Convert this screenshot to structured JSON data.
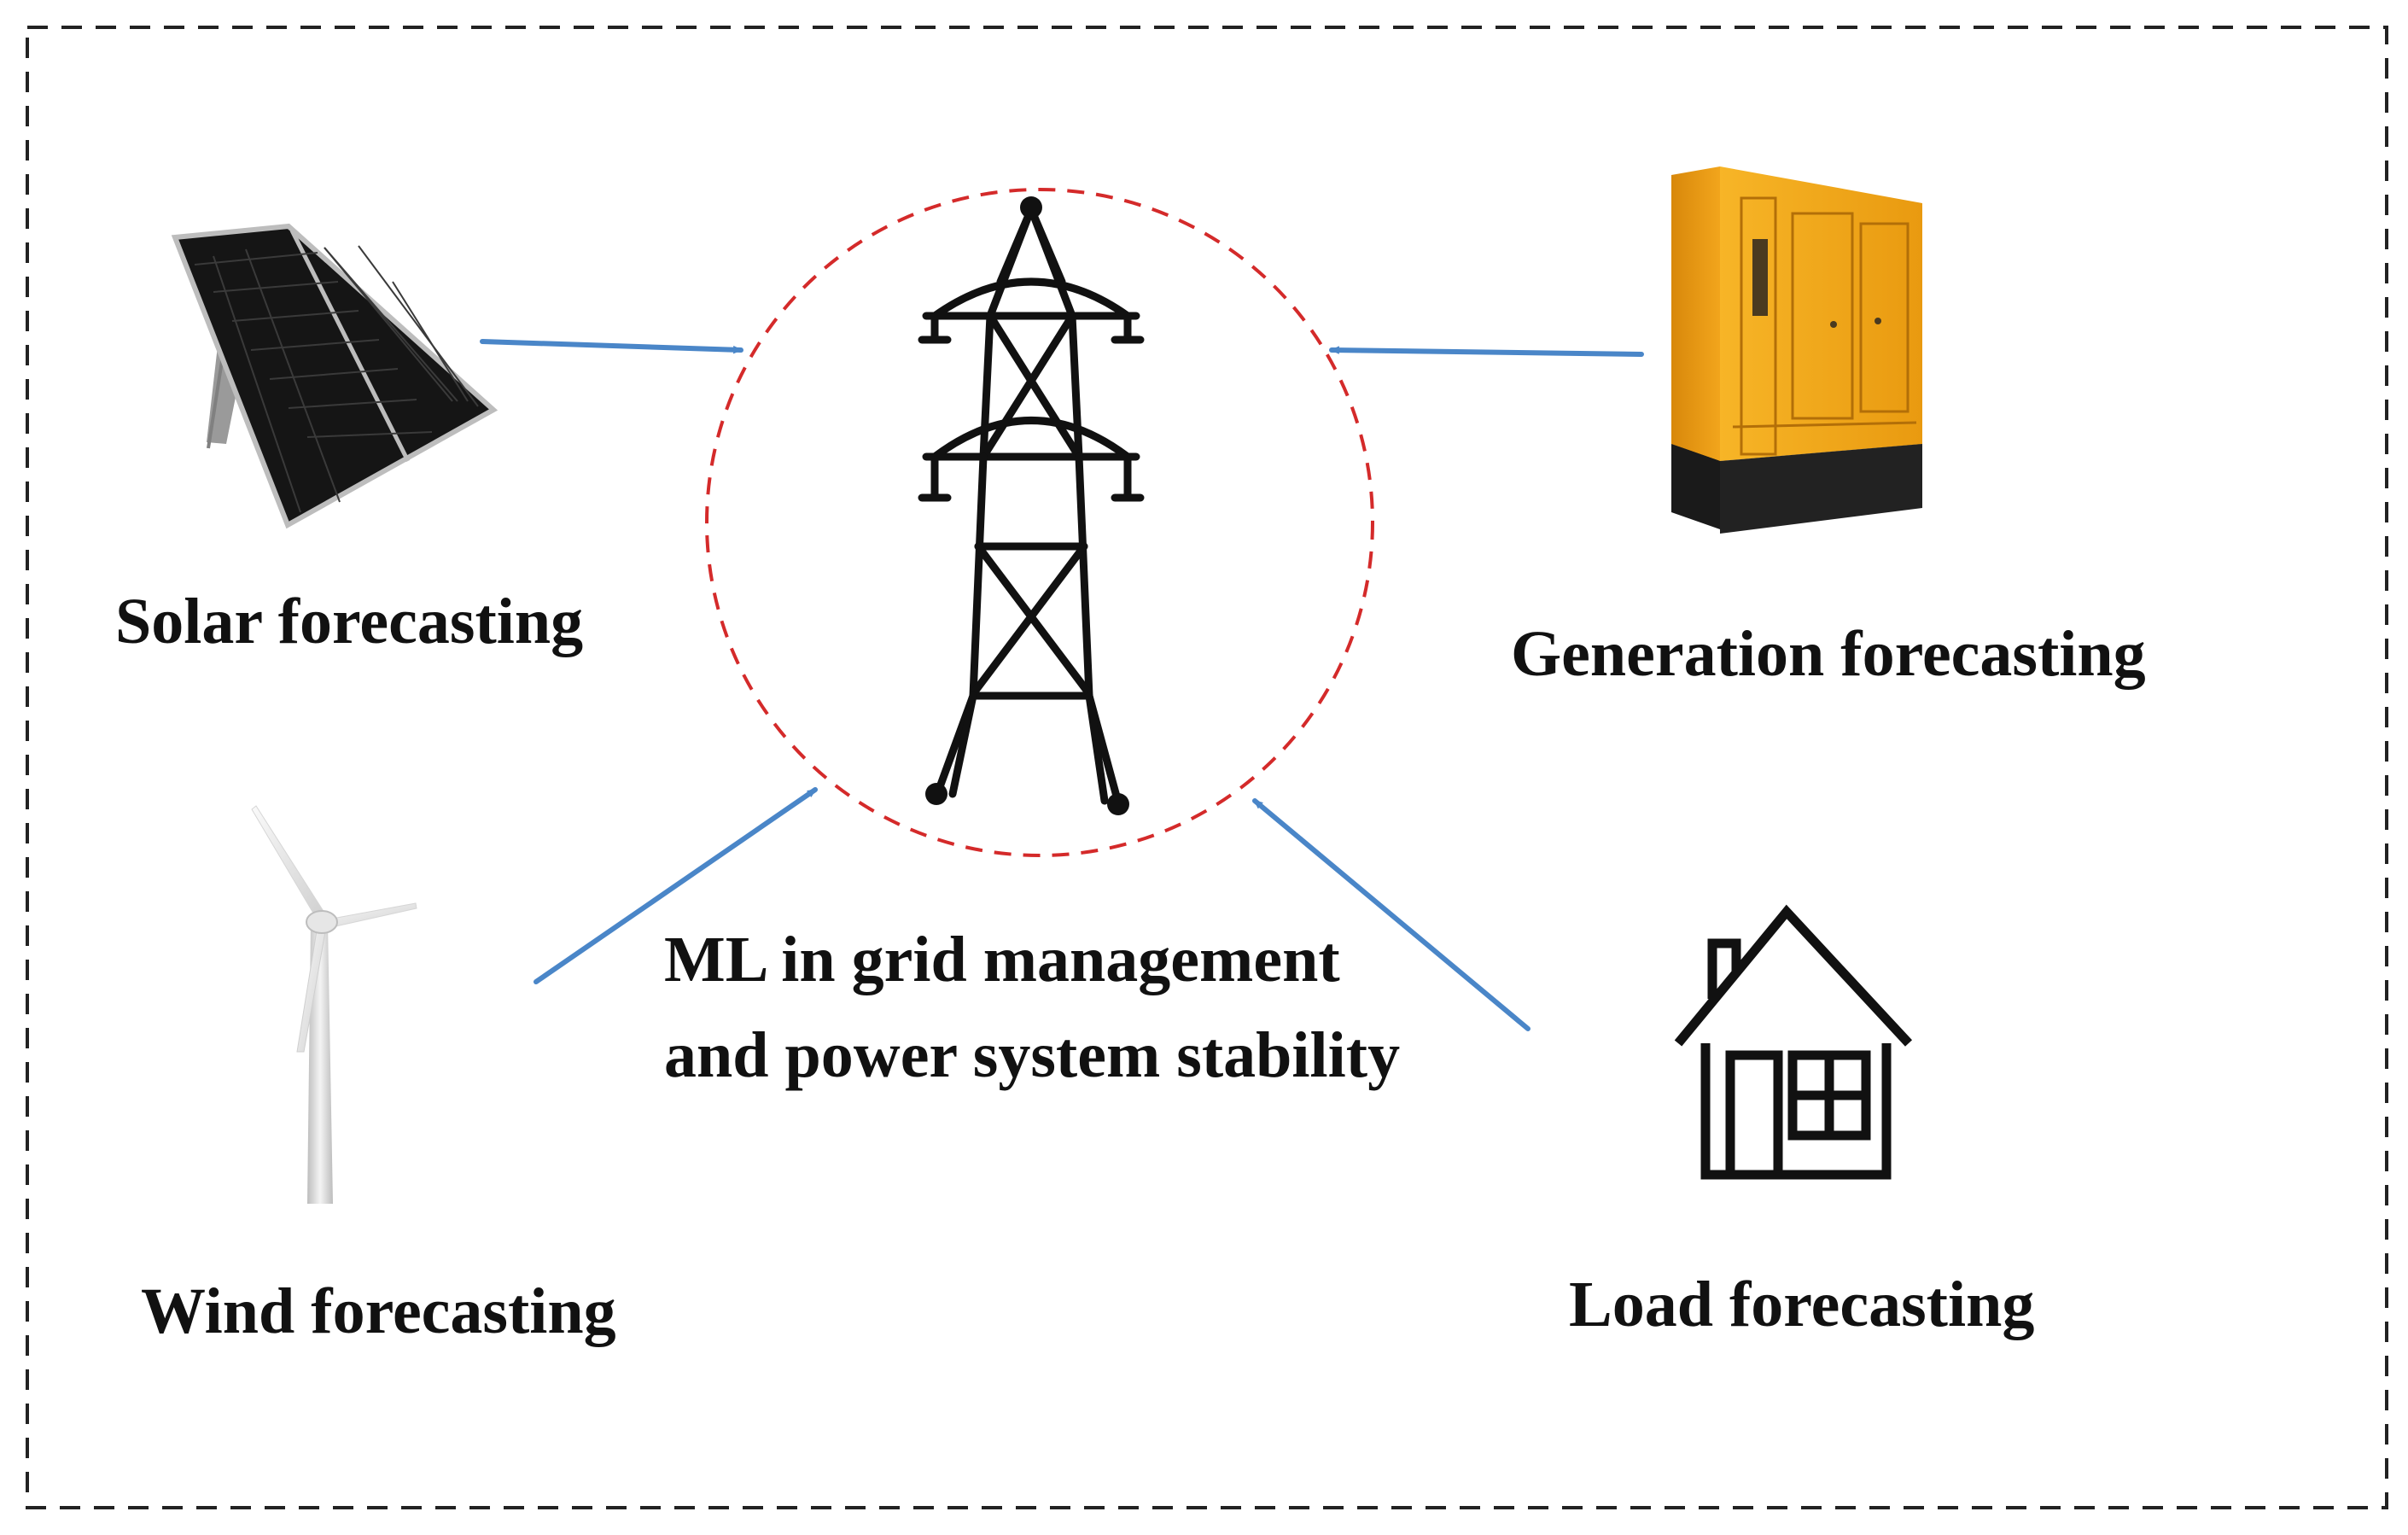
{
  "diagram": {
    "center": {
      "line1": "ML in grid management",
      "line2": "and power system stability",
      "icon": "transmission-tower-icon"
    },
    "nodes": [
      {
        "id": "solar",
        "label": "Solar forecasting",
        "icon": "solar-panel-icon"
      },
      {
        "id": "generation",
        "label": "Generation forecasting",
        "icon": "generator-icon"
      },
      {
        "id": "wind",
        "label": "Wind forecasting",
        "icon": "wind-turbine-icon"
      },
      {
        "id": "load",
        "label": "Load forecasting",
        "icon": "house-icon"
      }
    ],
    "colors": {
      "arrow": "#4a86c8",
      "circle": "#d42a2a",
      "frame": "#222222",
      "generator": "#f0a416"
    }
  }
}
